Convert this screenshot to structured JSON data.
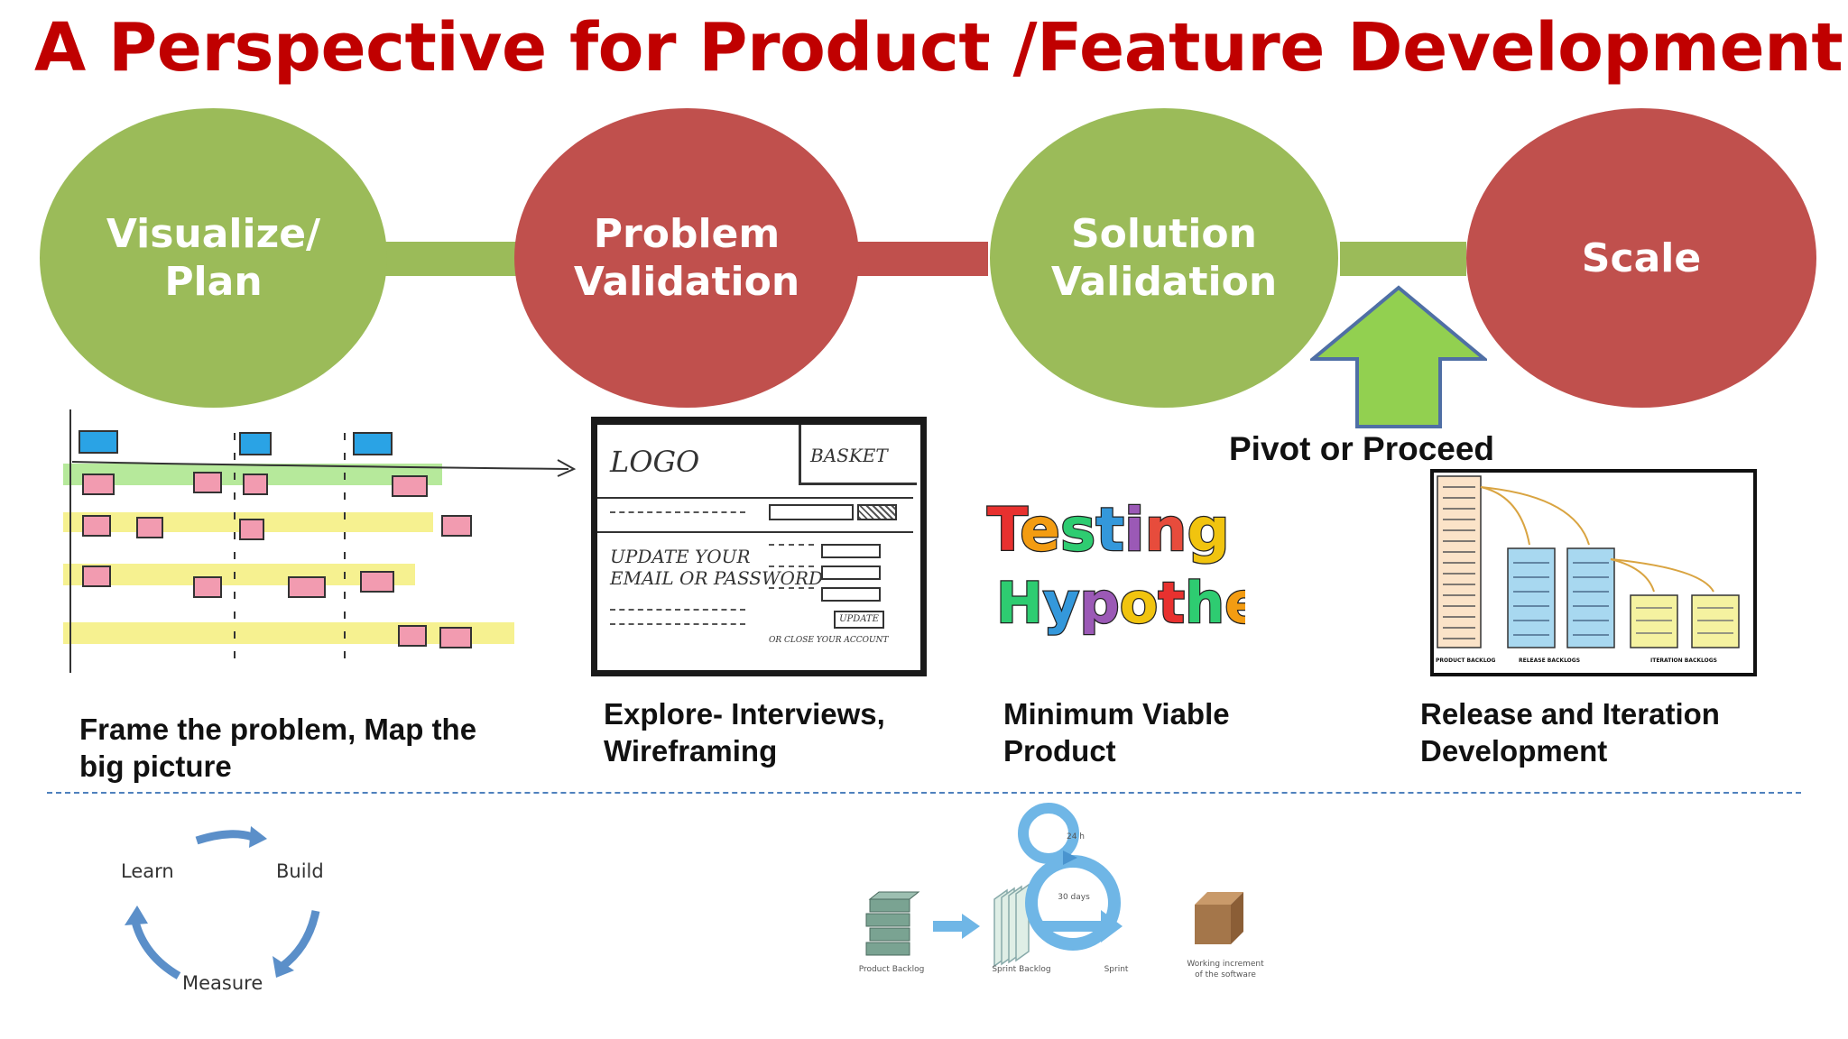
{
  "title": "A Perspective for Product /Feature Development",
  "stages": [
    {
      "line1": "Visualize/",
      "line2": "Plan",
      "color": "#9bbb59"
    },
    {
      "line1": "Problem",
      "line2": "Validation",
      "color": "#c0504d"
    },
    {
      "line1": "Solution",
      "line2": "Validation",
      "color": "#9bbb59"
    },
    {
      "line1": "Scale",
      "line2": "",
      "color": "#c0504d"
    }
  ],
  "pivot_label": "Pivot or Proceed",
  "captions": [
    {
      "line1": "Frame the problem, Map the",
      "line2": "big picture"
    },
    {
      "line1": "Explore- Interviews,",
      "line2": "Wireframing"
    },
    {
      "line1": "Minimum Viable",
      "line2": "Product"
    },
    {
      "line1": "Release and Iteration",
      "line2": "Development"
    }
  ],
  "wireframe": {
    "logo": "LOGO",
    "basket": "BASKET",
    "update": "UPDATE YOUR EMAIL OR PASSWORD",
    "update_line1": "UPDATE YOUR",
    "update_line2": "EMAIL OR PASSWORD",
    "update_btn": "UPDATE",
    "close": "OR CLOSE YOUR ACCOUNT"
  },
  "testing_sign": {
    "line1": "Testing A",
    "line2": "Hypothesis"
  },
  "backlog_chart": {
    "product_backlog": "PRODUCT BACKLOG",
    "release_backlogs": "RELEASE BACKLOGS",
    "iteration_backlogs": "ITERATION BACKLOGS"
  },
  "cycle": {
    "learn": "Learn",
    "build": "Build",
    "measure": "Measure"
  },
  "scrum": {
    "product_backlog": "Product Backlog",
    "sprint_backlog": "Sprint Backlog",
    "sprint": "Sprint",
    "increment_line1": "Working increment",
    "increment_line2": "of the software",
    "h24": "24 h",
    "days30": "30 days"
  },
  "colors": {
    "title": "#c00000",
    "green": "#9bbb59",
    "red": "#c0504d",
    "arrow_green": "#92d050",
    "arrow_outline": "#4f6fa5",
    "divider": "#4f81bd"
  }
}
